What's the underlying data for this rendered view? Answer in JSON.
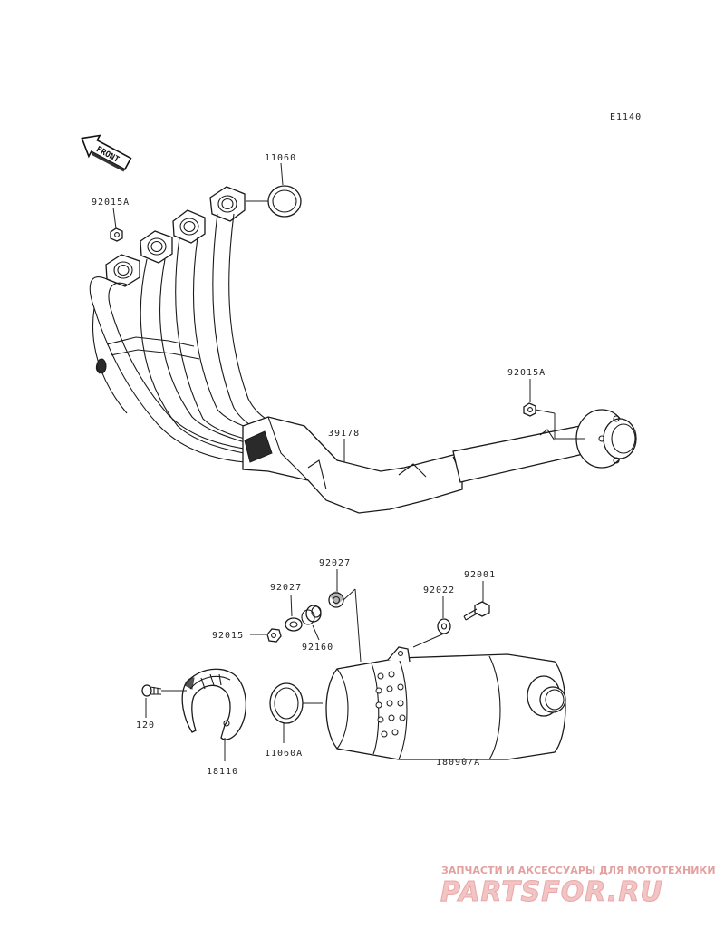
{
  "diagram_code": "E1140",
  "front_label": "FRONT",
  "parts": {
    "gasket_top": "11060",
    "nut_left": "92015A",
    "nut_right": "92015A",
    "exhaust_pipe": "39178",
    "collar_top": "92027",
    "collar_left": "92027",
    "bolt": "92001",
    "washer": "92022",
    "nut_bottom": "92015",
    "grommet": "92160",
    "screw": "120",
    "cover": "18110",
    "gasket_bottom": "11060A",
    "muffler": "18090/A"
  },
  "watermark": {
    "tagline": "ЗАПЧАСТИ И АКСЕССУАРЫ ДЛЯ МОТОТЕХНИКИ",
    "logo": "PARTSFOR.RU"
  }
}
